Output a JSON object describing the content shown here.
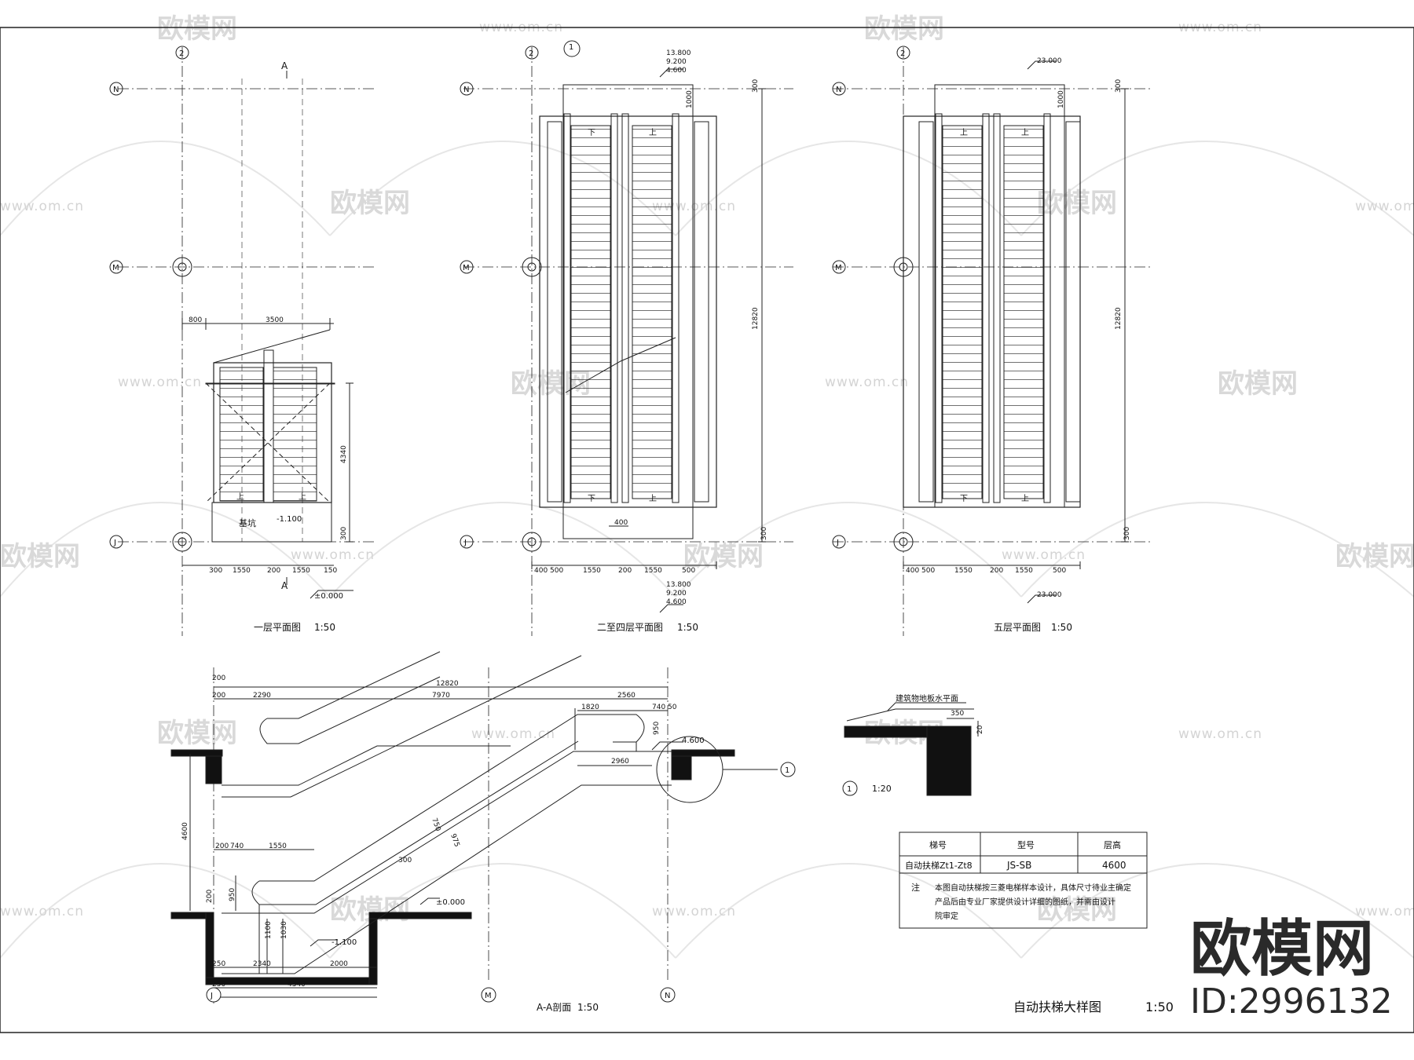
{
  "drawing": {
    "main_title": "自动扶梯大样图",
    "main_scale": "1:50",
    "views": {
      "floor1": {
        "title": "一层平面图",
        "scale": "1:50",
        "pit_label": "基坑",
        "pit_level": "-1.100",
        "ground_level": "±0.000",
        "section_mark": "A",
        "dims_top": [
          "800",
          "3500"
        ],
        "dims_bottom": [
          "300",
          "1550",
          "200",
          "1550",
          "150"
        ],
        "dim_side": "4340",
        "dim_side2": "300",
        "up": "上"
      },
      "floor2_4": {
        "title": "二至四层平面图",
        "scale": "1:50",
        "levels_top": [
          "13.800",
          "9.200",
          "4.600"
        ],
        "levels_bottom": [
          "13.800",
          "9.200",
          "4.600"
        ],
        "dims_bottom": [
          "400",
          "500",
          "1550",
          "200",
          "1550",
          "500"
        ],
        "dim_side": "12820",
        "dim_top_right": [
          "300",
          "1000"
        ],
        "dim_side_bottom": "300",
        "dim_small": "400",
        "up": "上",
        "down": "下",
        "detail_ref": "1"
      },
      "floor5": {
        "title": "五层平面图",
        "scale": "1:50",
        "level_top": "23.000",
        "level_bottom": "23.000",
        "dims_bottom": [
          "400",
          "500",
          "1550",
          "200",
          "1550",
          "500"
        ],
        "dim_side": "12820",
        "dim_top_right": [
          "300",
          "1000"
        ],
        "dim_side_bottom": "300",
        "up": "上",
        "down": "下"
      },
      "section": {
        "title": "A-A剖面",
        "scale": "1:50",
        "dims_top": [
          "12820",
          "2290",
          "7970",
          "2560",
          "1820",
          "740",
          "200",
          "200",
          "50"
        ],
        "dim_950_top": "950",
        "dim_2960": "2960",
        "level_top": "4.600",
        "dim_height": "4600",
        "dims_lower": [
          "200",
          "740",
          "1550"
        ],
        "dim_950_low": "950",
        "dim_200_low": "200",
        "dim_750": "750",
        "dim_975": "975",
        "dim_300": "300",
        "ground_level": "±0.000",
        "pit_level": "-1.100",
        "dim_1100": "1100",
        "dim_1030": "1030",
        "dims_bottom": [
          "250",
          "2340",
          "2000"
        ],
        "dim_4340": "4340",
        "dim_250": "250",
        "detail_ref": "1"
      },
      "detail": {
        "label": "建筑物地板水平面",
        "scale": "1:20",
        "ref": "1",
        "dim_350": "350",
        "dim_20": "20"
      }
    },
    "axes": {
      "N": "N",
      "M": "M",
      "J": "J",
      "col": "2"
    },
    "table": {
      "headers": [
        "梯号",
        "型号",
        "层高"
      ],
      "row": [
        "自动扶梯Zt1-Zt8",
        "JS-SB",
        "4600"
      ],
      "note_label": "注",
      "note_lines": [
        "本图自动扶梯按三菱电梯样本设计，具体尺寸待业主确定",
        "产品后由专业厂家提供设计详细的图纸，并需由设计",
        "院审定"
      ]
    }
  },
  "watermark": {
    "brand": "欧模网",
    "url": "www.om.cn",
    "id": "ID:2996132"
  }
}
